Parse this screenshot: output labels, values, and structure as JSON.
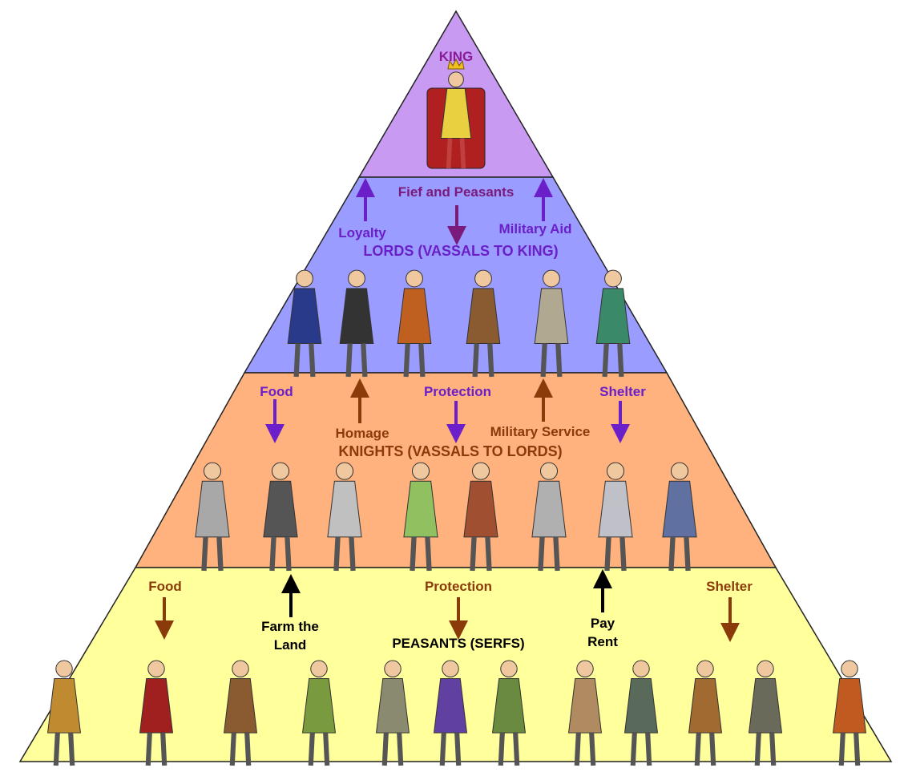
{
  "tiers": {
    "king": {
      "title": "KING",
      "color": "#c99af2",
      "text_color": "#8a1a9a"
    },
    "lords": {
      "title": "LORDS (VASSALS TO KING)",
      "color": "#9a9cff",
      "text_color": "#6a1fc8",
      "labels": {
        "fief": "Fief and Peasants",
        "loyalty": "Loyalty",
        "military_aid": "Military Aid"
      }
    },
    "knights": {
      "title": "KNIGHTS (VASSALS TO LORDS)",
      "color": "#ffb27e",
      "text_color": "#8b3a0a",
      "labels": {
        "food": "Food",
        "homage": "Homage",
        "protection": "Protection",
        "military_service": "Military Service",
        "shelter": "Shelter"
      }
    },
    "peasants": {
      "title": "PEASANTS (SERFS)",
      "color": "#ffff9c",
      "text_color": "#000000",
      "labels": {
        "food": "Food",
        "farm_1": "Farm the",
        "farm_2": "Land",
        "protection": "Protection",
        "pay_1": "Pay",
        "pay_2": "Rent",
        "shelter": "Shelter"
      }
    }
  },
  "colors": {
    "purple_arrow": "#6a1fc8",
    "magenta_arrow": "#7a1a7a",
    "brown_arrow": "#8b3a0a",
    "black_arrow": "#000000",
    "peasant_label": "#8b3a0a",
    "king_label": "#7a1a7a"
  }
}
